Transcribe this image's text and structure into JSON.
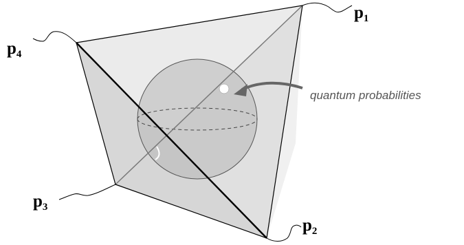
{
  "colors": {
    "face_light": "#ebebeb",
    "face_mid": "#dcdcdc",
    "face_dark": "#cfcfcf",
    "edge": "#000000",
    "inner_edge": "#777777",
    "sphere_fill": "#b8b8b8",
    "sphere_stroke": "#555555",
    "arrow": "#666666",
    "annotation_text": "#555555"
  },
  "vertices": {
    "p1": {
      "base": "p",
      "sub": "1"
    },
    "p2": {
      "base": "p",
      "sub": "2"
    },
    "p3": {
      "base": "p",
      "sub": "3"
    },
    "p4": {
      "base": "p",
      "sub": "4"
    }
  },
  "annotation": {
    "text": "quantum probabilities"
  }
}
